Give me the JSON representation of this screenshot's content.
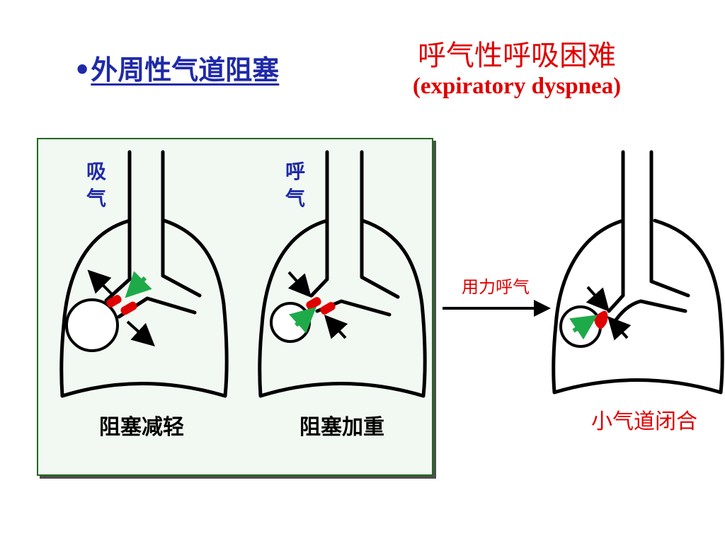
{
  "heading": {
    "bullet": "•",
    "title": "外周性气道阻塞"
  },
  "red_title": "呼气性呼吸困难",
  "red_subtitle": "(expiratory dyspnea)",
  "panels": {
    "inhale": {
      "side_label_1": "吸",
      "side_label_2": "气",
      "caption": "阻塞减轻"
    },
    "exhale": {
      "side_label_1": "呼",
      "side_label_2": "气",
      "caption": "阻塞加重"
    },
    "forced": {
      "arrow_label": "用力呼气",
      "caption": "小气道闭合"
    }
  },
  "colors": {
    "blue": "#1f2aa8",
    "red": "#e00000",
    "green": "#1faa4a",
    "frame_border": "#1e6b1e"
  }
}
